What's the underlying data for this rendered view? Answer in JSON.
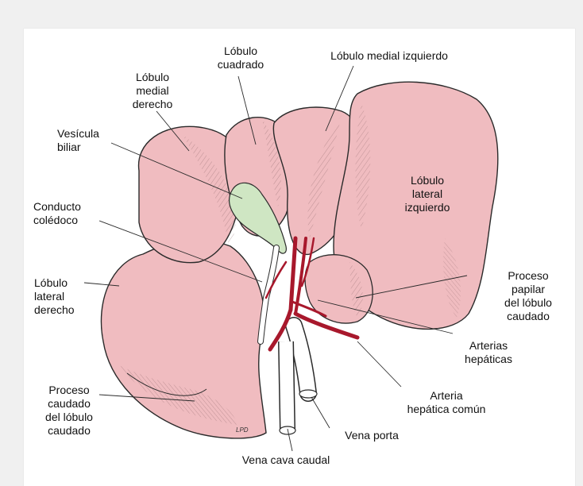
{
  "labels": {
    "lobulo_cuadrado": "Lóbulo\ncuadrado",
    "lobulo_medial_izquierdo": "Lóbulo medial izquierdo",
    "lobulo_medial_derecho": "Lóbulo\nmedial\nderecho",
    "vesicula_biliar": "Vesícula\nbiliar",
    "lobulo_lateral_izquierdo": "Lóbulo\nlateral\nizquierdo",
    "conducto_coledoco": "Conducto\ncolédoco",
    "proceso_papilar": "Proceso\npapilar\ndel lóbulo\ncaudado",
    "lobulo_lateral_derecho": "Lóbulo\nlateral\nderecho",
    "arterias_hepaticas": "Arterias\nhepáticas",
    "arteria_hepatica_comun": "Arteria\nhepática común",
    "proceso_caudado": "Proceso\ncaudado\ndel lóbulo\ncaudado",
    "vena_porta": "Vena porta",
    "vena_cava_caudal": "Vena cava caudal"
  },
  "signature": "LPD",
  "colors": {
    "liver": "#f0bcc0",
    "liver_shade": "#d99ba1",
    "gallbladder": "#cfe6c3",
    "artery": "#a8182c",
    "vein": "#ffffff",
    "outline": "#2a2a2a"
  }
}
